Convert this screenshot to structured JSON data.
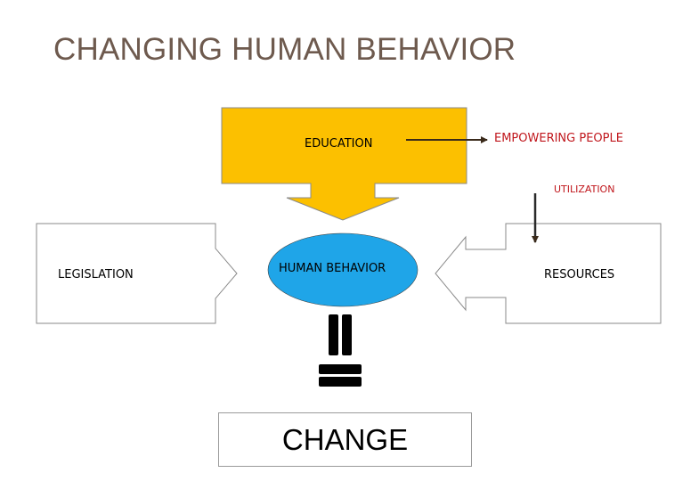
{
  "title": "CHANGING HUMAN BEHAVIOR",
  "nodes": {
    "education": "EDUCATION",
    "empowering": "EMPOWERING PEOPLE",
    "utilization": "UTILIZATION",
    "legislation": "LEGISLATION",
    "human_behavior": "HUMAN BEHAVIOR",
    "resources": "RESOURCES",
    "change": "CHANGE"
  },
  "colors": {
    "education_fill": "#fcc000",
    "human_behavior_fill": "#1fa5e8",
    "accent_red": "#c0161c",
    "title_color": "#6e5a4e"
  }
}
